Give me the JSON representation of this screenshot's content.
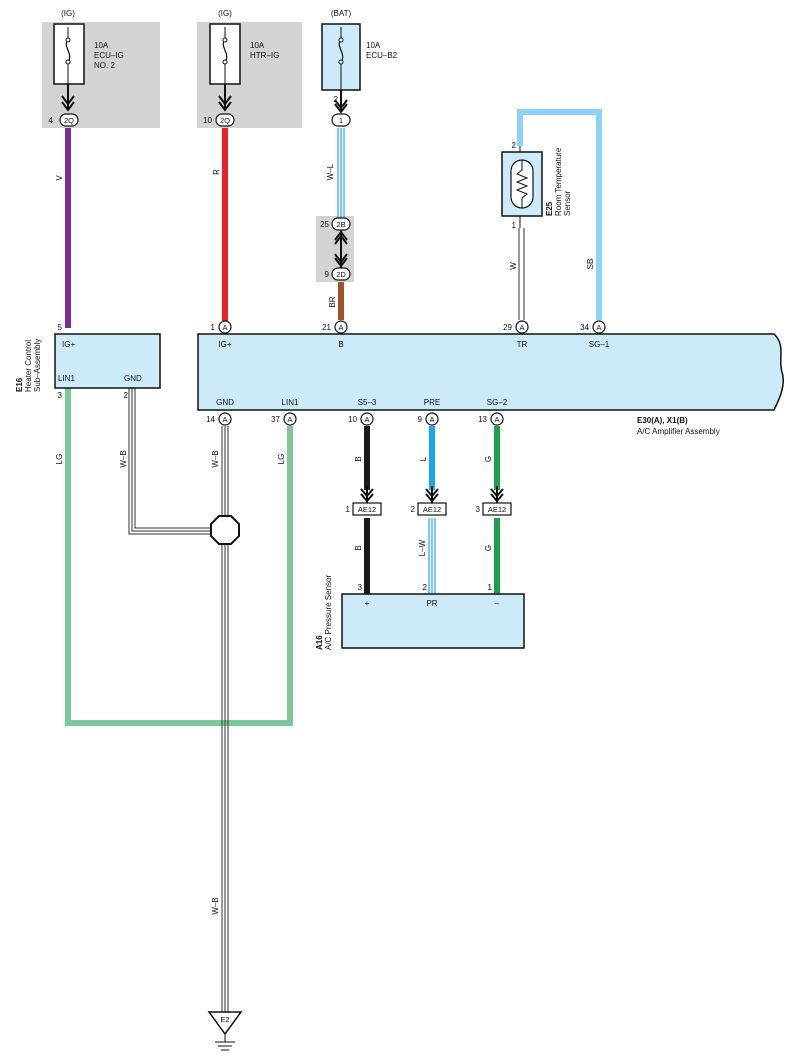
{
  "power": {
    "fuse1": {
      "source": "(IG)",
      "amp": "10A",
      "name1": "ECU–IG",
      "name2": "NO. 2",
      "pin": "4",
      "connector": "2Q"
    },
    "fuse2": {
      "source": "(IG)",
      "amp": "10A",
      "name": "HTR–IG",
      "pin": "10",
      "connector": "2Q"
    },
    "fuse3": {
      "source": "(BAT)",
      "amp": "10A",
      "name": "ECU–B2",
      "pin": "2",
      "connector": "1"
    }
  },
  "junction": {
    "top_pin": "25",
    "top_connector": "2B",
    "bottom_pin": "9",
    "bottom_connector": "2D"
  },
  "wires": {
    "v": "V",
    "r": "R",
    "wl": "W–L",
    "br": "BR",
    "w": "W",
    "sb": "SB",
    "lg_left": "LG",
    "wb_e16": "W–B",
    "wb_gnd": "W–B",
    "lg_right": "LG",
    "b_top": "B",
    "l_top": "L",
    "g_top": "G",
    "b_bot": "B",
    "lw_bot": "L–W",
    "g_bot": "G",
    "wb_bottom": "W–B"
  },
  "e16": {
    "code": "E16",
    "name1": "Heater Control",
    "name2": "Sub–Assembly",
    "pins": {
      "igplus": "5",
      "lin1": "3",
      "gnd": "2"
    },
    "labels": {
      "igplus": "IG+",
      "lin1": "LIN1",
      "gnd": "GND"
    }
  },
  "e25": {
    "code": "E25",
    "name1": "Room Temperature",
    "name2": "Sensor",
    "pin_top": "2",
    "pin_bottom": "1"
  },
  "amplifier": {
    "code": "E30(A), X1(B)",
    "name": "A/C Amplifier Assembly",
    "connector_letter": "A",
    "top_pins": [
      {
        "num": "1",
        "label": "IG+"
      },
      {
        "num": "21",
        "label": "B"
      },
      {
        "num": "29",
        "label": "TR"
      },
      {
        "num": "34",
        "label": "SG–1"
      }
    ],
    "bottom_pins": [
      {
        "num": "14",
        "label": "GND"
      },
      {
        "num": "37",
        "label": "LIN1"
      },
      {
        "num": "10",
        "label": "S5–3"
      },
      {
        "num": "9",
        "label": "PRE"
      },
      {
        "num": "13",
        "label": "SG–2"
      }
    ]
  },
  "ae12": {
    "connector": "AE12",
    "pins": [
      "1",
      "2",
      "3"
    ]
  },
  "a16": {
    "code": "A16",
    "name": "A/C Pressure Sensor",
    "pins": [
      {
        "num": "3",
        "label": "+"
      },
      {
        "num": "2",
        "label": "PR"
      },
      {
        "num": "1",
        "label": "–"
      }
    ]
  },
  "ground": {
    "code": "E2"
  },
  "colors": {
    "violet": "#7b2d8e",
    "red": "#e8202a",
    "brown": "#a0522d",
    "lightgreen": "#7dc89a",
    "lightblue": "#8fd3f4",
    "black": "#1a1a1a",
    "blue": "#1ea7e6",
    "green": "#1f9d4e",
    "component_fill": "#cdeaf8",
    "shade": "#d3d3d3"
  }
}
